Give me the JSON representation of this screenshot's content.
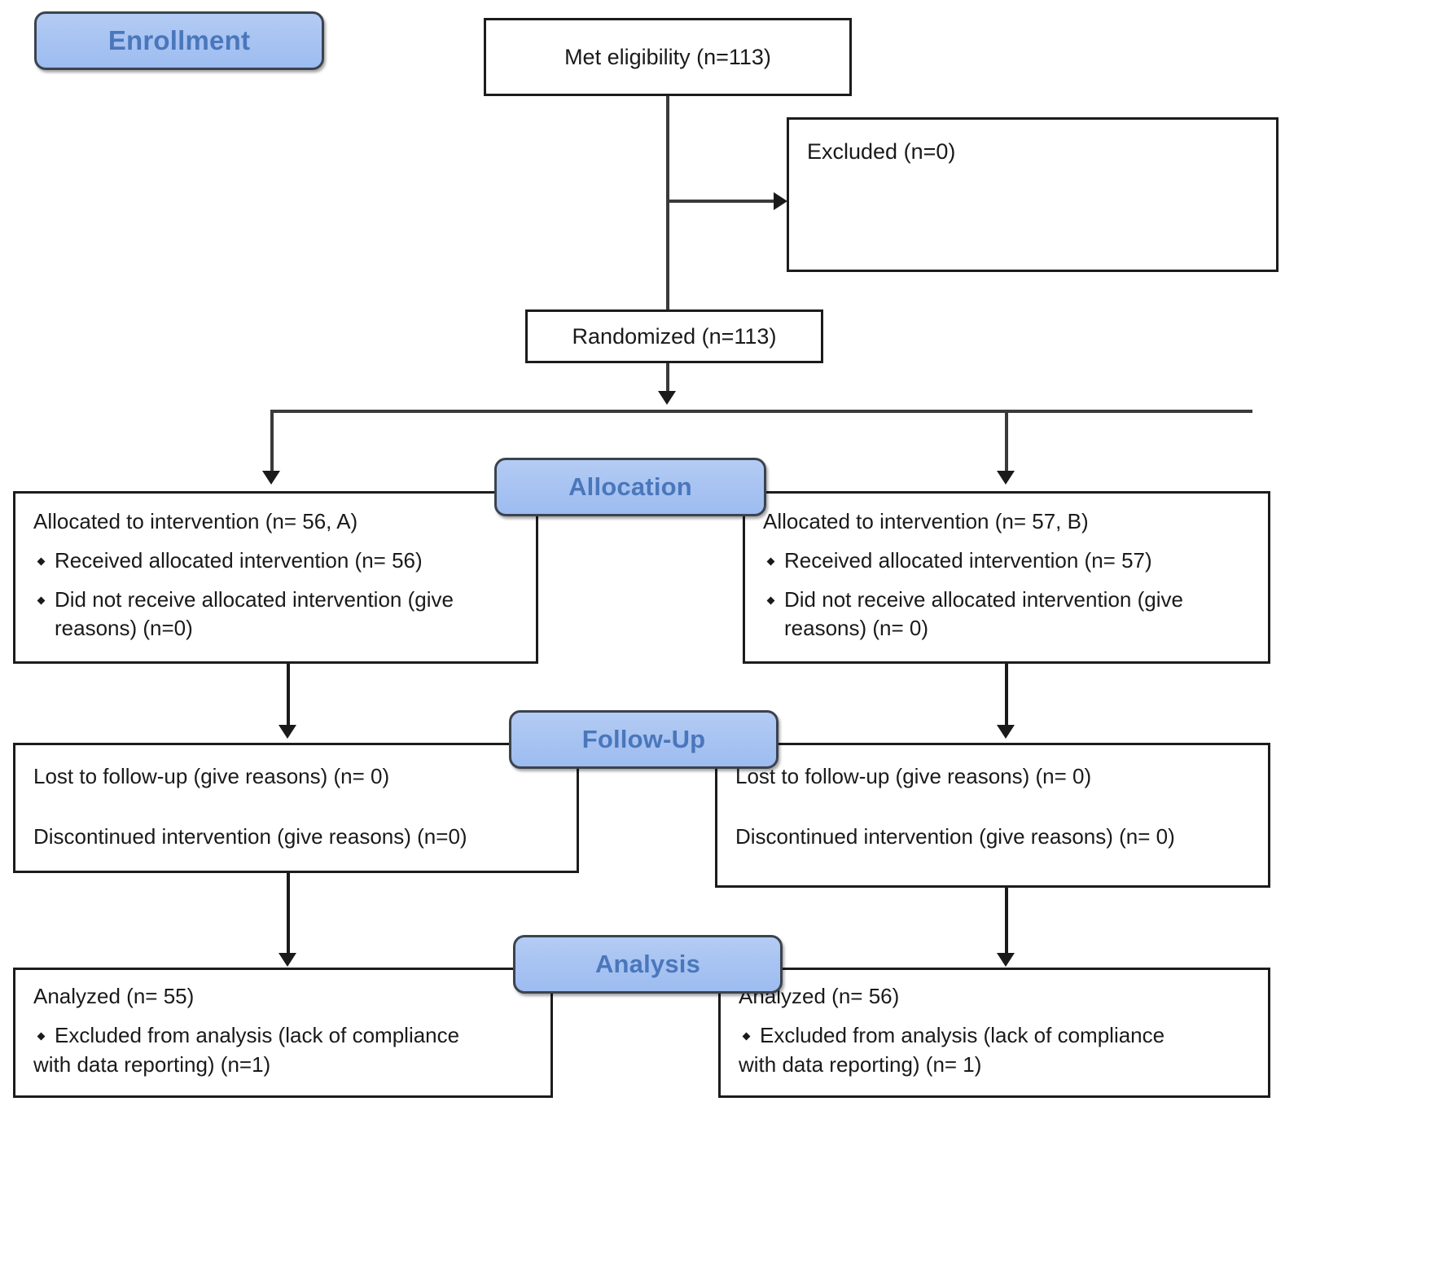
{
  "figure": {
    "type": "consort-flow-diagram",
    "accent_color": "#a9c4f2",
    "label_text_color": "#4a77bb",
    "box_border_color": "#1c1c1c"
  },
  "stages": {
    "enrollment": "Enrollment",
    "allocation": "Allocation",
    "followup": "Follow-Up",
    "analysis": "Analysis"
  },
  "enrollment": {
    "eligibility": "Met eligibility (n=113)",
    "excluded": "Excluded (n=0)",
    "randomized": "Randomized (n=113)"
  },
  "allocation": {
    "left": {
      "heading": "Allocated to intervention (n= 56, A)",
      "bullet1": "Received allocated intervention (n= 56)",
      "bullet2": "Did not receive allocated intervention (give",
      "bullet2_cont": "reasons) (n=0)"
    },
    "right": {
      "heading": "Allocated to intervention (n= 57, B)",
      "bullet1": "Received allocated intervention (n= 57)",
      "bullet2": "Did not receive allocated intervention (give",
      "bullet2_cont": "reasons) (n= 0)"
    }
  },
  "followup": {
    "left": {
      "line1": "Lost to follow-up (give reasons) (n= 0)",
      "line2": "Discontinued intervention (give reasons) (n=0)"
    },
    "right": {
      "line1": "Lost to follow-up (give reasons) (n= 0)",
      "line2": "Discontinued intervention (give reasons) (n= 0)"
    }
  },
  "analysis": {
    "left": {
      "heading": "Analyzed (n= 55)",
      "bullet1": "Excluded from analysis (lack of compliance",
      "bullet1_cont": "with data reporting) (n=1)"
    },
    "right": {
      "heading": "Analyzed (n= 56)",
      "bullet1": "Excluded from analysis (lack of compliance",
      "bullet1_cont": "with data reporting) (n= 1)"
    }
  }
}
